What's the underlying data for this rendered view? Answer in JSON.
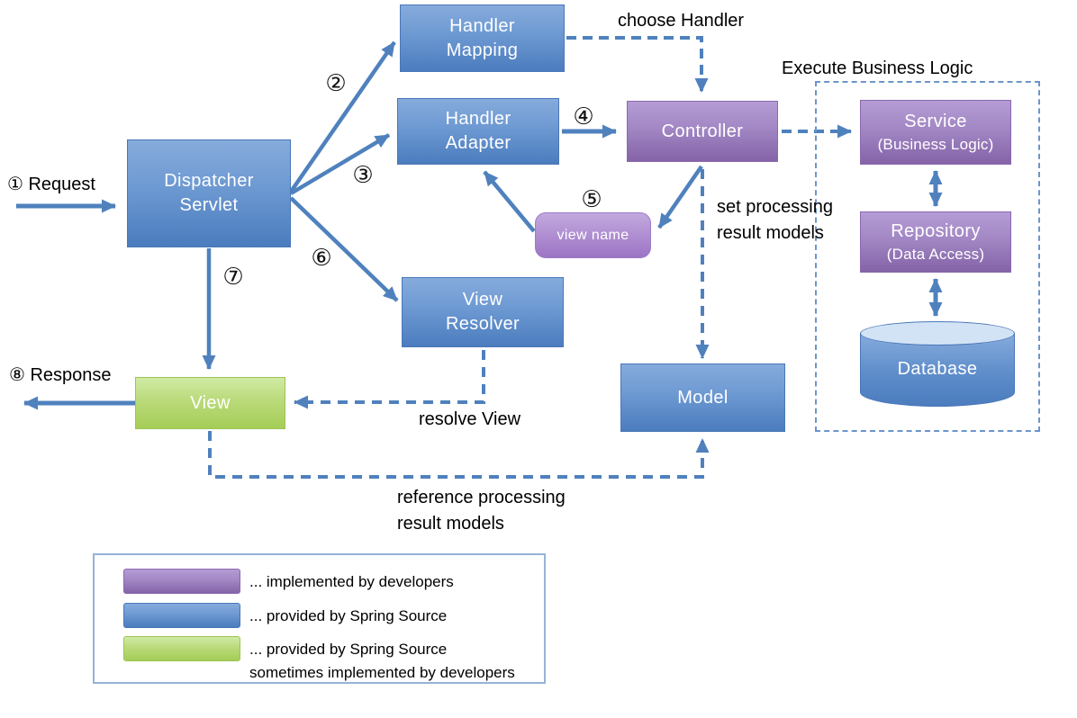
{
  "nodes": {
    "dispatcher_servlet": "Dispatcher\nServlet",
    "handler_mapping": "Handler\nMapping",
    "handler_adapter": "Handler\nAdapter",
    "controller": "Controller",
    "view_name": "view name",
    "service": "Service",
    "service_sub": "(Business Logic)",
    "repository": "Repository",
    "repository_sub": "(Data Access)",
    "database": "Database",
    "view_resolver": "View\nResolver",
    "model": "Model",
    "view": "View"
  },
  "steps": {
    "request": "① Request",
    "s2": "②",
    "s3": "③",
    "s4": "④",
    "s5": "⑤",
    "s6": "⑥",
    "s7": "⑦",
    "response": "⑧ Response"
  },
  "notes": {
    "choose_handler": "choose Handler",
    "execute_business_logic": "Execute Business Logic",
    "set_processing": "set processing\nresult models",
    "resolve_view": "resolve View",
    "reference_processing": "reference processing\nresult models"
  },
  "legend": {
    "items": [
      {
        "swatch": "purple",
        "label": "... implemented by developers"
      },
      {
        "swatch": "blue",
        "label": "... provided by Spring Source"
      },
      {
        "swatch": "green",
        "label": "... provided by Spring Source\nsometimes implemented by developers"
      }
    ]
  },
  "colors": {
    "arrow_blue": "#4f81bd",
    "box_blue_top": "#86abdc",
    "box_blue_bottom": "#4b7cbe",
    "box_purple_top": "#b59cd5",
    "box_purple_bottom": "#8463a7",
    "box_green_top": "#d0eba4",
    "box_green_bottom": "#a5cd57",
    "cylinder_lid": "#d3e3f6",
    "legend_border": "#95b3d7",
    "text": "#000000"
  }
}
